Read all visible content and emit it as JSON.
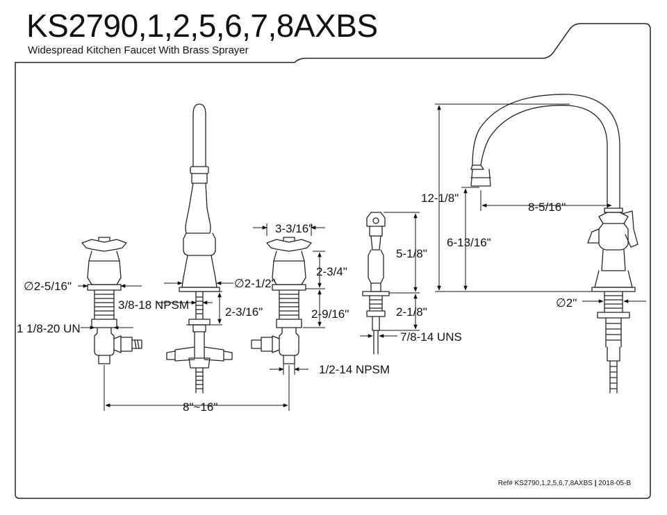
{
  "title": "KS2790,1,2,5,6,7,8AXBS",
  "subtitle": "Widespread Kitchen Faucet With Brass Sprayer",
  "dimensions": {
    "handle_diameter": "∅2-5/16\"",
    "spout_base_diameter": "∅2-1/2\"",
    "handle_width": "3-3/16\"",
    "handle_height": "2-3/4\"",
    "handle_shank": "2-9/16\"",
    "spout_shank_thread": "3/8-18 NPSM",
    "spout_shank_length": "2-3/16\"",
    "valve_thread": "1 1/8-20 UN",
    "inlet_thread": "1/2-14 NPSM",
    "spread": "8\"~16\"",
    "sprayer_height": "5-1/8\"",
    "sprayer_shank": "2-1/8\"",
    "sprayer_thread": "7/8-14 UNS",
    "overall_height": "12-1/8\"",
    "spout_outlet_height": "6-13/16\"",
    "spout_reach": "8-5/16\"",
    "mount_diameter": "∅2\""
  },
  "reference": {
    "label": "Ref# KS2790,1,2,5,6,7,8AXBS",
    "separator": "|",
    "date": "2018-05-B"
  }
}
